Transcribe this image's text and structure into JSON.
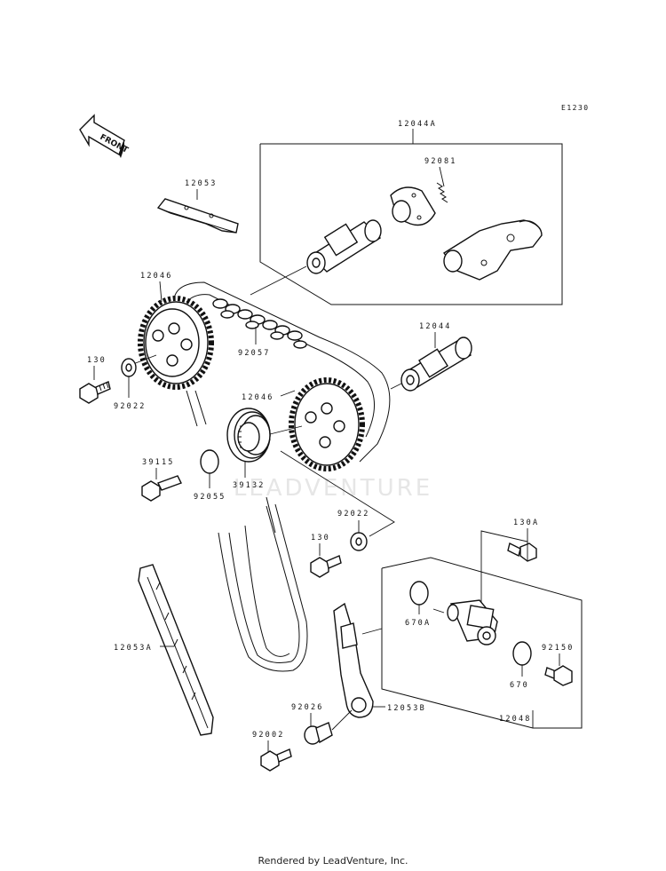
{
  "diagram": {
    "ref_code": "E1230",
    "front_label": "FRONT",
    "watermark": "LEADVENTURE",
    "footer": "Rendered by LeadVenture, Inc.",
    "part_labels": {
      "p12044A": "12044A",
      "p92081": "92081",
      "p12053": "12053",
      "p12046_top": "12046",
      "p130_left": "130",
      "p92022_left": "92022",
      "p92057": "92057",
      "p12044": "12044",
      "p12046_mid": "12046",
      "p39115": "39115",
      "p39132": "39132",
      "p92055": "92055",
      "p92022_mid": "92022",
      "p130_mid": "130",
      "p130A": "130A",
      "p12053A": "12053A",
      "p670A": "670A",
      "p92150": "92150",
      "p670": "670",
      "p12048": "12048",
      "p92026": "92026",
      "p12053B": "12053B",
      "p92002": "92002"
    }
  }
}
